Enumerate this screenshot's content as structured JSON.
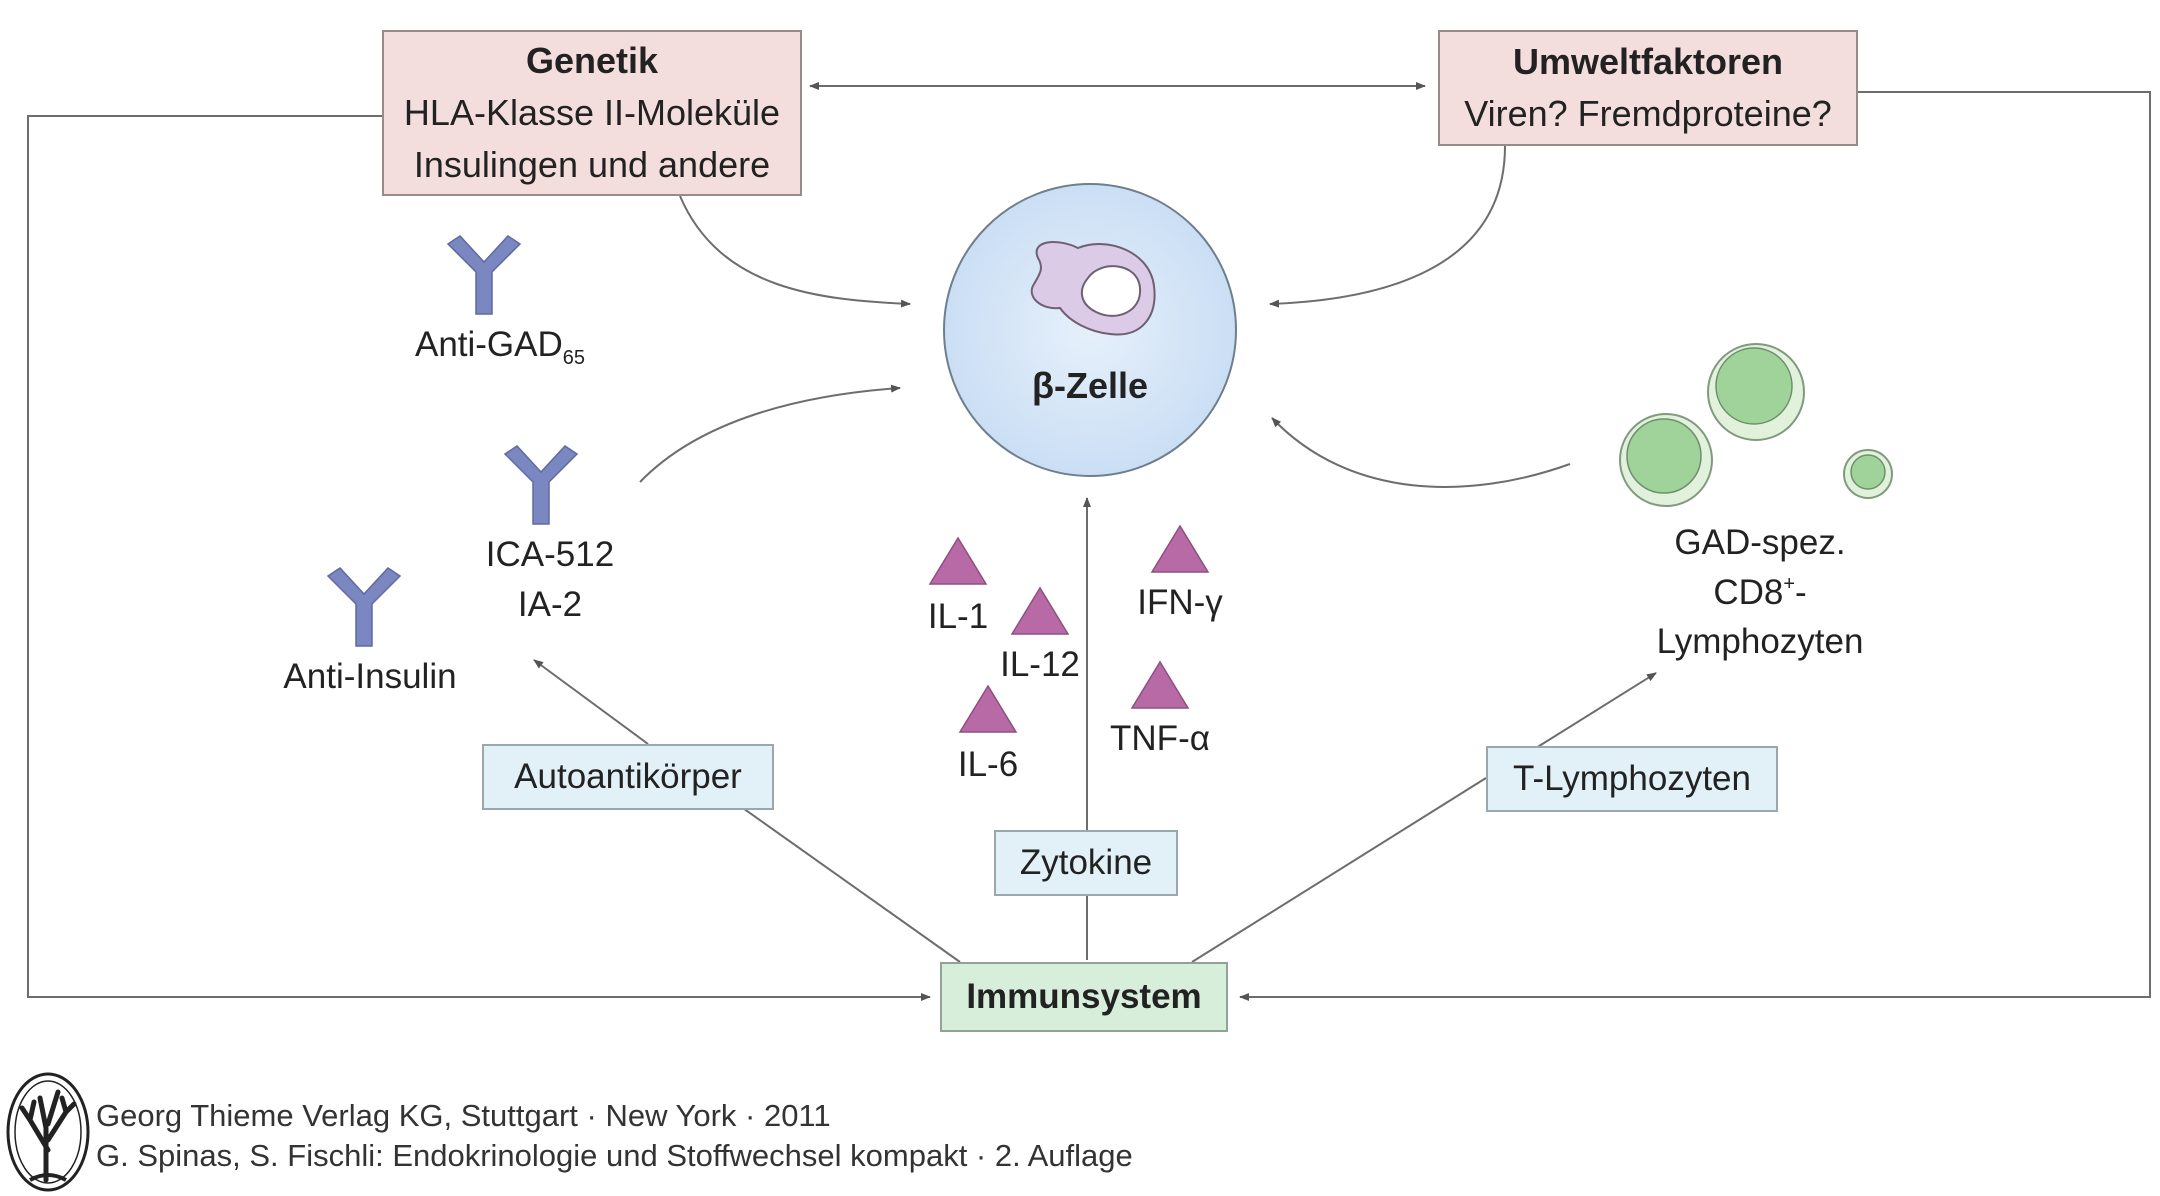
{
  "colors": {
    "pink_box": "#f4dedd",
    "blue_box": "#e2f0f7",
    "green_box": "#d7eedb",
    "antibody": "#7b87c0",
    "cytokine": "#b86aa6",
    "cell": "#cfe2f6",
    "lymphocyte": "#9fd39a",
    "line": "#6d6d6d"
  },
  "genetik": {
    "title": "Genetik",
    "line1": "HLA-Klasse II-Moleküle",
    "line2": "Insulingen und andere"
  },
  "umwelt": {
    "title": "Umweltfaktoren",
    "line1": "Viren? Fremdproteine?"
  },
  "beta_cell": {
    "label": "β-Zelle"
  },
  "antibodies": {
    "anti_gad": "Anti-GAD",
    "anti_gad_sub": "65",
    "ica_line1": "ICA-512",
    "ica_line2": "IA-2",
    "anti_insulin": "Anti-Insulin"
  },
  "cytokines": {
    "il1": "IL-1",
    "il12": "IL-12",
    "il6": "IL-6",
    "ifn": "IFN-γ",
    "tnf": "TNF-α"
  },
  "lymphocytes": {
    "line1": "GAD-spez.",
    "line2_main": "CD8",
    "line2_sup": "+",
    "line2_tail": "-",
    "line3": "Lymphozyten"
  },
  "boxes": {
    "autoantikoerper": "Autoantikörper",
    "zytokine": "Zytokine",
    "t_lymphozyten": "T-Lymphozyten",
    "immunsystem": "Immunsystem"
  },
  "footer": {
    "line1": "Georg Thieme Verlag KG, Stuttgart · New York · 2011",
    "line2": "G. Spinas, S. Fischli: Endokrinologie und Stoffwechsel kompakt · 2. Auflage"
  }
}
